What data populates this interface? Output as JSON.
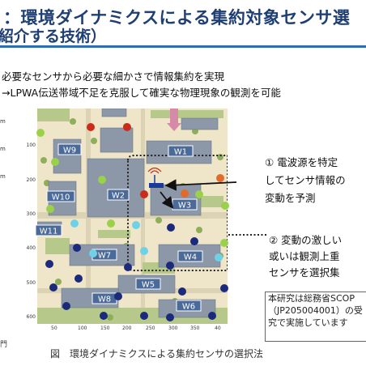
{
  "title": {
    "line1": "：環境ダイナミクスによる集約対象センサ選",
    "line2": "紹介する技術）"
  },
  "bullets": [
    "必要なセンサから必要な細かさで情報集約を実現",
    "→LPWA伝送帯域不足を克服して確実な物理現象の観測を可能"
  ],
  "axis": {
    "unit_labels": [
      "m",
      "m",
      "m"
    ],
    "y_ticks": [
      "100",
      "200",
      "300",
      "400",
      "500",
      "600"
    ],
    "x_ticks": [
      "50",
      "100",
      "150",
      "200",
      "250",
      "300",
      "350",
      "40"
    ]
  },
  "buildings": [
    "W1",
    "W2",
    "W3",
    "W4",
    "W5",
    "W6",
    "W7",
    "W8",
    "W9",
    "W10",
    "W11"
  ],
  "annotations": {
    "a1_line1": "①  電波源を特定",
    "a1_line2": "してセンサ情報の",
    "a1_line3": "変動を予測",
    "a2_line1": "②  変動の激しい",
    "a2_line2": "或いは観測上重",
    "a2_line3": "センサを選択集"
  },
  "note": {
    "line1": "本研究は総務省SCOP",
    "line2": "（JP205004001）の受",
    "line3": "究で実施しています"
  },
  "caption": "図　環境ダイナミクスによる集約センサの選択法",
  "logo_text": "門",
  "colors": {
    "title": "#1f3f73",
    "rule": "#2e6db4",
    "building": "#8c97a8",
    "building_label_bg": "#4a6a9a",
    "sensor_navy": "#1b2a7a",
    "sensor_red": "#cc2a1a",
    "sensor_green": "#9ad04a",
    "sensor_cyan": "#6fd1e8",
    "sensor_orange": "#e26a2a",
    "map_bg": "#efe6c9"
  }
}
